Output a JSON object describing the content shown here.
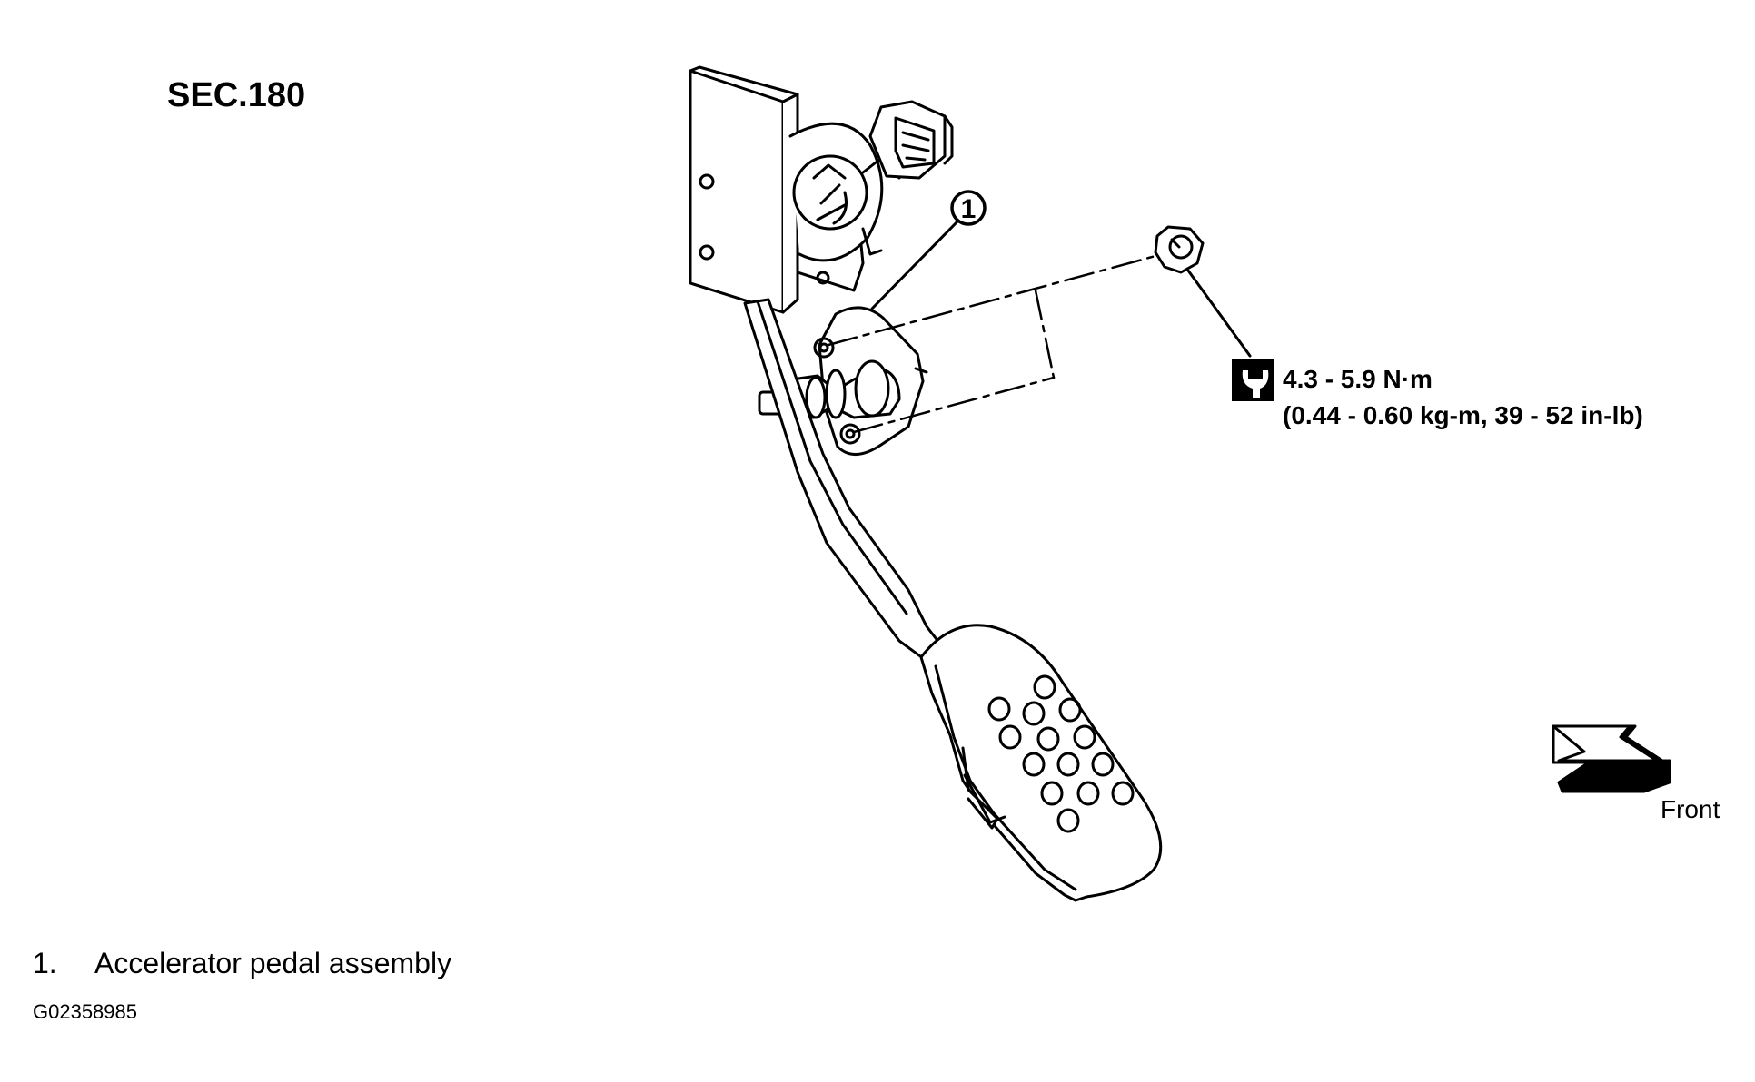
{
  "section": "SEC.180",
  "callout": "1",
  "torque": {
    "line1": "4.3 - 5.9 N·m",
    "line2": "(0.44 - 0.60 kg-m, 39 - 52 in-lb)",
    "icon": "torque-wrench-icon"
  },
  "direction": {
    "label": "Front",
    "icon": "front-arrow-icon"
  },
  "legend": [
    {
      "number": "1.",
      "text": "Accelerator pedal assembly"
    }
  ],
  "figure_id": "G02358985"
}
